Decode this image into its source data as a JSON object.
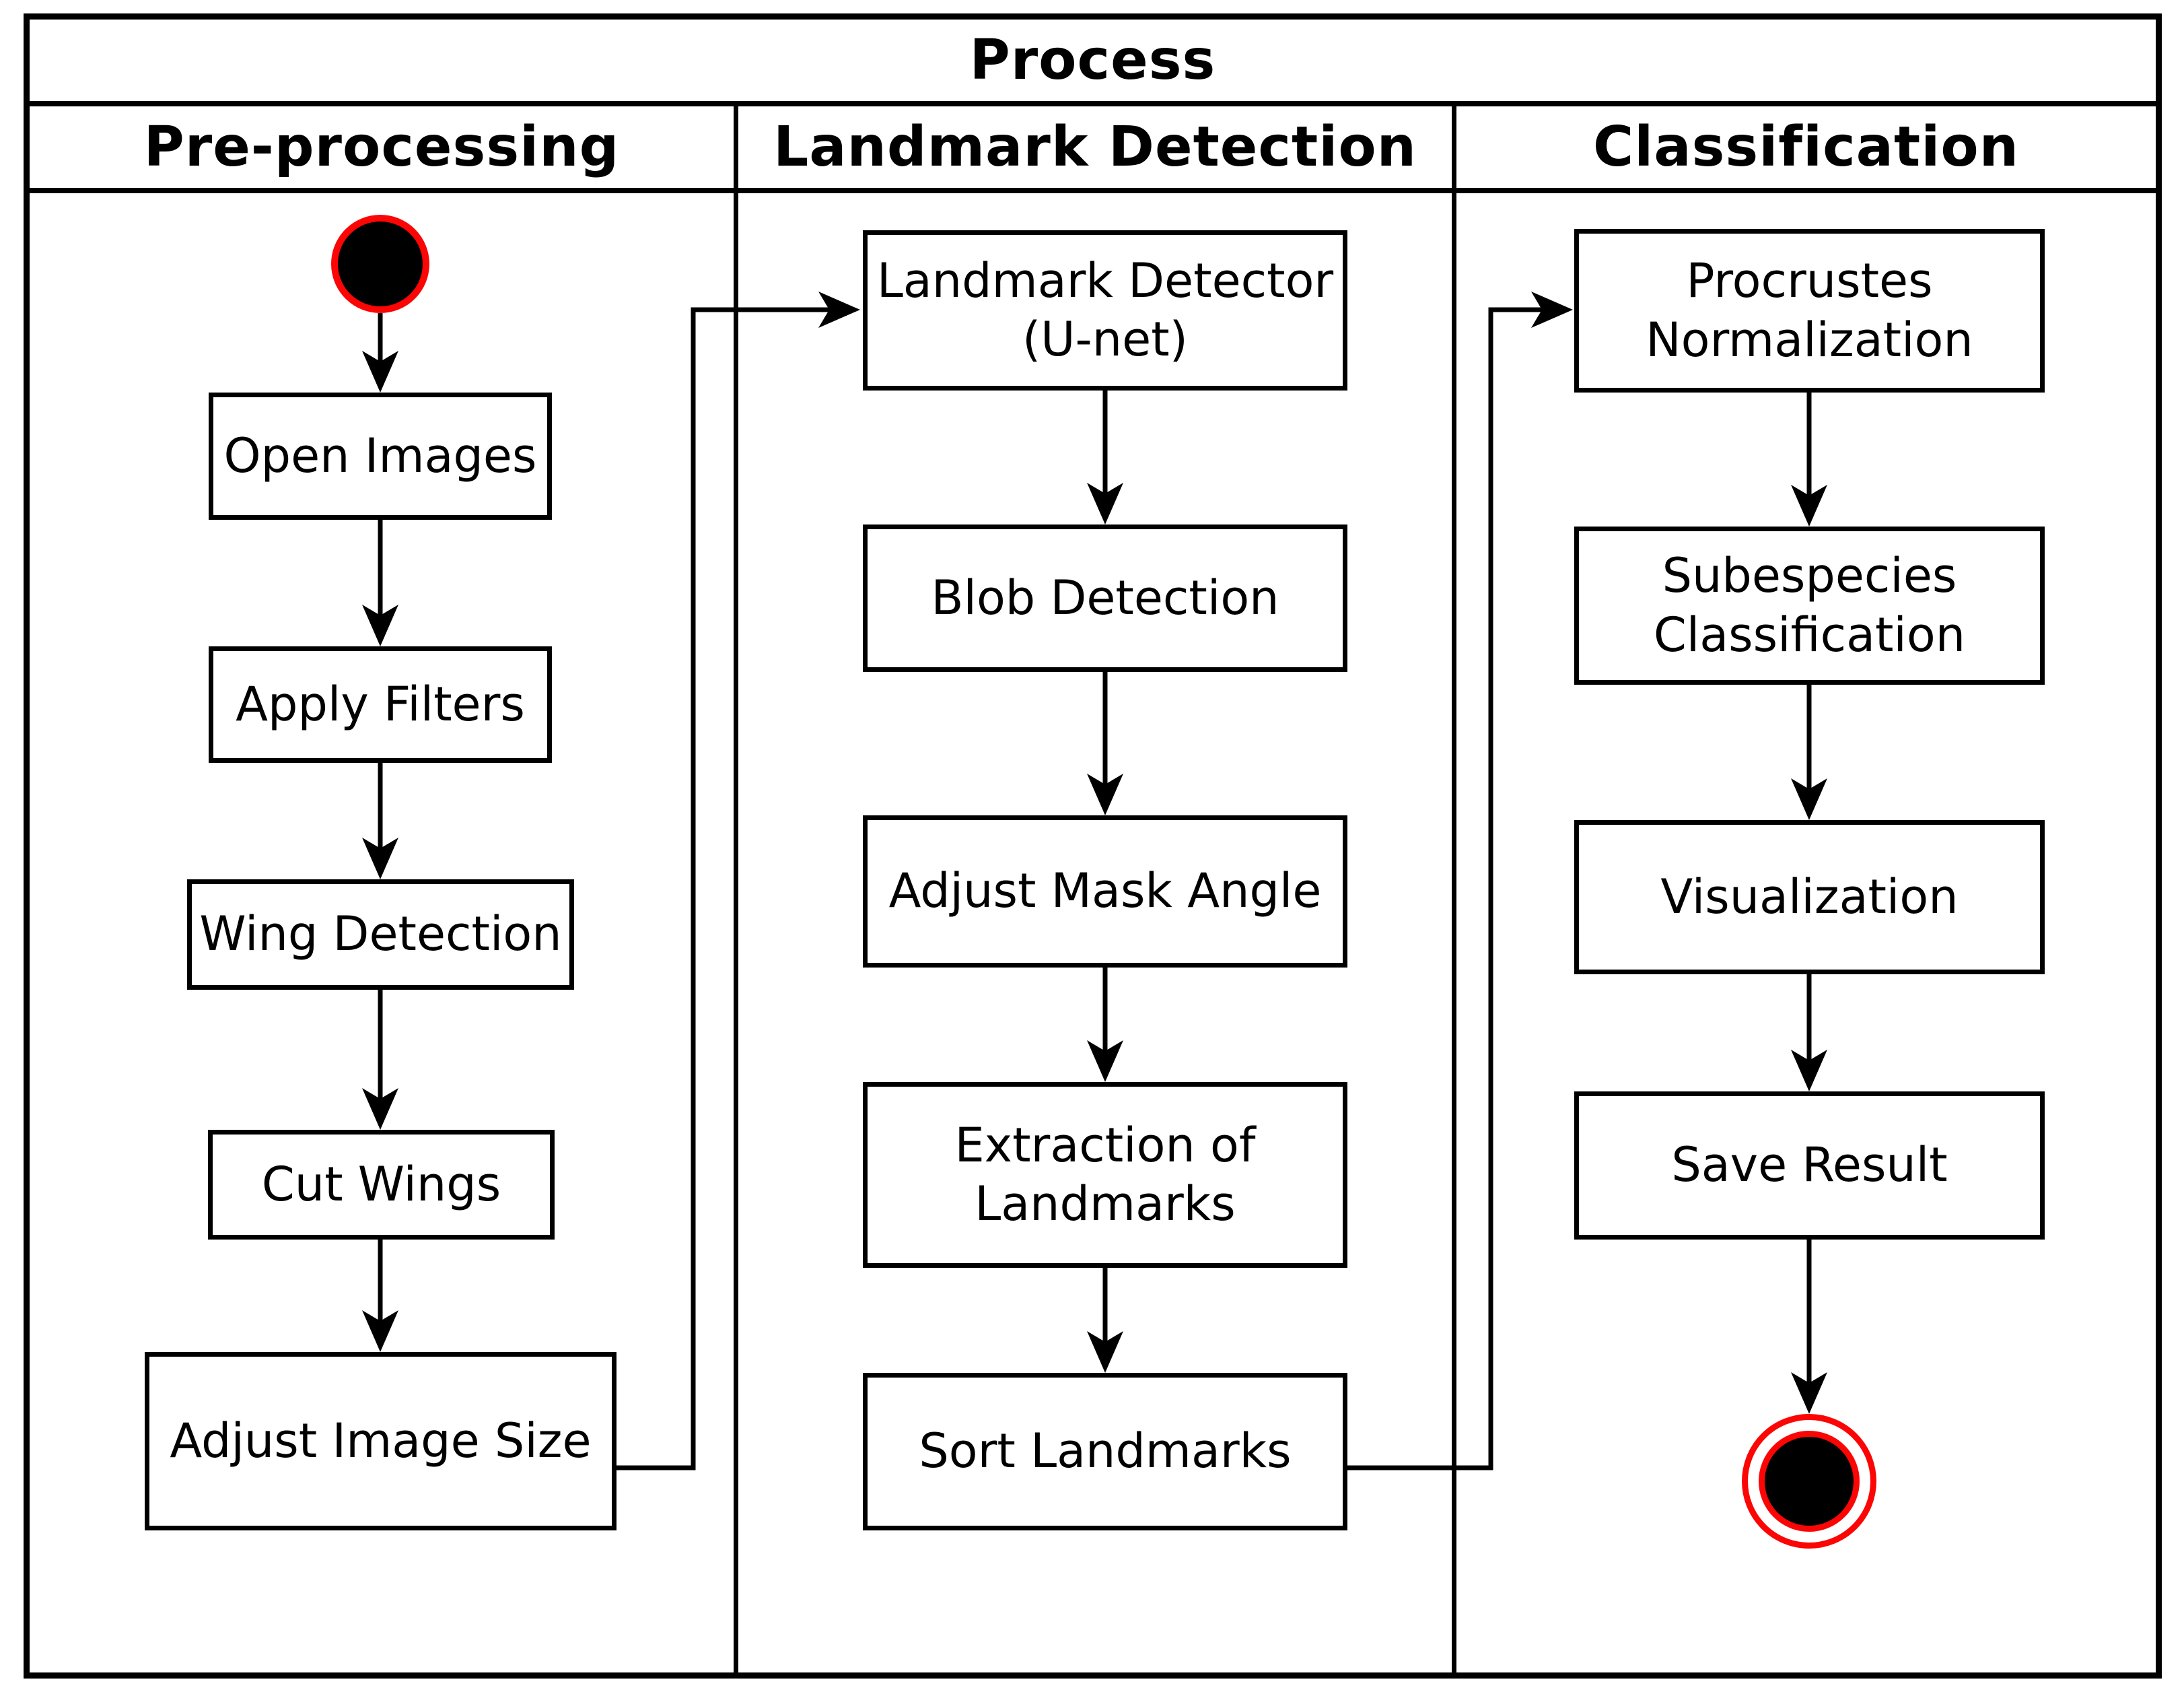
{
  "diagram": {
    "title": "Process",
    "lanes": [
      {
        "label": "Pre-processing",
        "nodes": [
          {
            "id": "open-images",
            "lines": [
              "Open Images"
            ]
          },
          {
            "id": "apply-filters",
            "lines": [
              "Apply Filters"
            ]
          },
          {
            "id": "wing-detection",
            "lines": [
              "Wing Detection"
            ]
          },
          {
            "id": "cut-wings",
            "lines": [
              "Cut Wings"
            ]
          },
          {
            "id": "adjust-image-size",
            "lines": [
              "Adjust Image Size"
            ]
          }
        ]
      },
      {
        "label": "Landmark Detection",
        "nodes": [
          {
            "id": "landmark-detector-unet",
            "lines": [
              "Landmark Detector",
              "(U-net)"
            ]
          },
          {
            "id": "blob-detection",
            "lines": [
              "Blob Detection"
            ]
          },
          {
            "id": "adjust-mask-angle",
            "lines": [
              "Adjust Mask Angle"
            ]
          },
          {
            "id": "extraction-of-landmarks",
            "lines": [
              "Extraction of",
              "Landmarks"
            ]
          },
          {
            "id": "sort-landmarks",
            "lines": [
              "Sort Landmarks"
            ]
          }
        ]
      },
      {
        "label": "Classification",
        "nodes": [
          {
            "id": "procrustes-normalization",
            "lines": [
              "Procrustes",
              "Normalization"
            ]
          },
          {
            "id": "subespecies-classification",
            "lines": [
              "Subespecies",
              "Classification"
            ]
          },
          {
            "id": "visualization",
            "lines": [
              "Visualization"
            ]
          },
          {
            "id": "save-result",
            "lines": [
              "Save Result"
            ]
          }
        ]
      }
    ],
    "markers": {
      "start": "initial-node",
      "end": "final-node"
    },
    "colors": {
      "line": "#000000",
      "marker_accent": "#fb0505",
      "background": "#ffffff"
    },
    "edges": [
      {
        "from": "start",
        "to": "Open Images"
      },
      {
        "from": "Open Images",
        "to": "Apply Filters"
      },
      {
        "from": "Apply Filters",
        "to": "Wing Detection"
      },
      {
        "from": "Wing Detection",
        "to": "Cut Wings"
      },
      {
        "from": "Cut Wings",
        "to": "Adjust Image Size"
      },
      {
        "from": "Adjust Image Size",
        "to": "Landmark Detector (U-net)"
      },
      {
        "from": "Landmark Detector (U-net)",
        "to": "Blob Detection"
      },
      {
        "from": "Blob Detection",
        "to": "Adjust Mask Angle"
      },
      {
        "from": "Adjust Mask Angle",
        "to": "Extraction of Landmarks"
      },
      {
        "from": "Extraction of Landmarks",
        "to": "Sort Landmarks"
      },
      {
        "from": "Sort Landmarks",
        "to": "Procrustes Normalization"
      },
      {
        "from": "Procrustes Normalization",
        "to": "Subespecies Classification"
      },
      {
        "from": "Subespecies Classification",
        "to": "Visualization"
      },
      {
        "from": "Visualization",
        "to": "Save Result"
      },
      {
        "from": "Save Result",
        "to": "end"
      }
    ]
  }
}
